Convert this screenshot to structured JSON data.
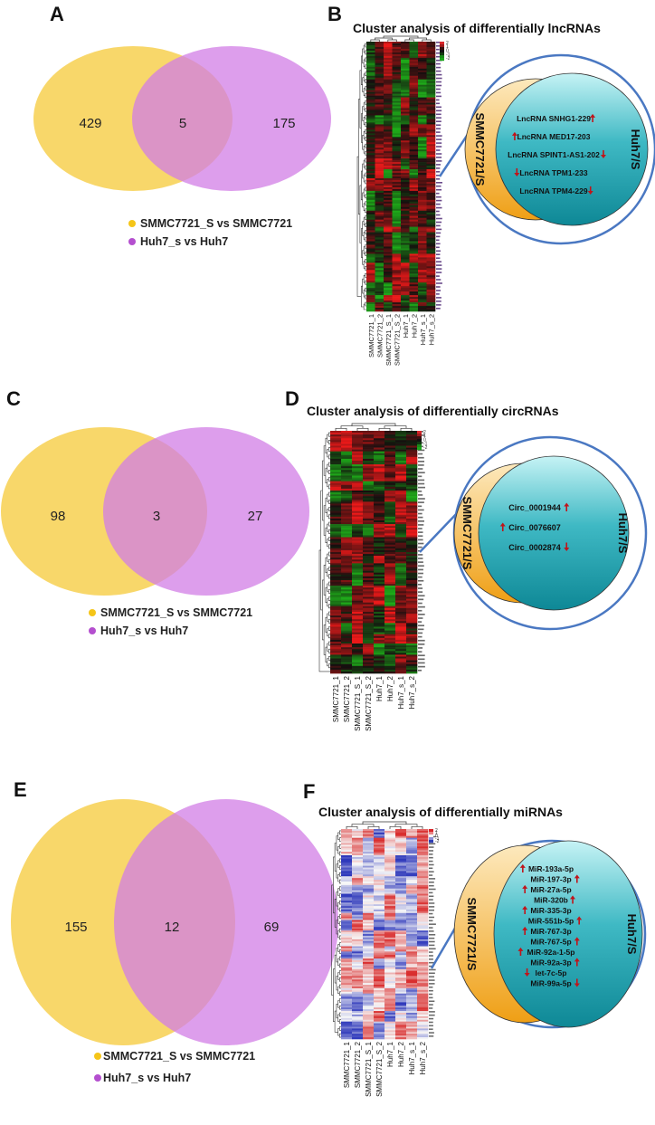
{
  "panels": [
    {
      "letter": "A",
      "venn": {
        "left": "429",
        "overlap": "5",
        "right": "175"
      },
      "legend": [
        "SMMC7721_S vs SMMC7721",
        "Huh7_s vs Huh7"
      ]
    },
    {
      "letter": "B",
      "title": "Cluster analysis of differentially lncRNAs",
      "scale": [
        "2",
        "1",
        "0",
        "-1",
        "-2"
      ],
      "samples": [
        "SMMC7721_1",
        "SMMC7721_2",
        "SMMC7721_S_1",
        "SMMC7721_S_2",
        "Huh7_1",
        "Huh7_2",
        "Huh7_s_1",
        "Huh7_s_2"
      ],
      "circle_left": "SMMC7721/S",
      "circle_right": "Huh7/S",
      "genes": [
        {
          "name": "LncRNA SNHG1-229",
          "arrow": "up",
          "side": "right"
        },
        {
          "name": "LncRNA MED17-203",
          "arrow": "up",
          "side": "left"
        },
        {
          "name": "LncRNA SPINT1-AS1-202",
          "arrow": "down",
          "side": "right"
        },
        {
          "name": "LncRNA TPM1-233",
          "arrow": "down",
          "side": "left"
        },
        {
          "name": "LncRNA TPM4-229",
          "arrow": "down",
          "side": "right"
        }
      ]
    },
    {
      "letter": "C",
      "venn": {
        "left": "98",
        "overlap": "3",
        "right": "27"
      },
      "legend": [
        "SMMC7721_S vs SMMC7721",
        "Huh7_s vs Huh7"
      ]
    },
    {
      "letter": "D",
      "title": "Cluster analysis of differentially circRNAs",
      "scale": [
        "2",
        "1",
        "0",
        "-1",
        "-2"
      ],
      "samples": [
        "SMMC7721_1",
        "SMMC7721_2",
        "SMMC7721_S_1",
        "SMMC7721_S_2",
        "Huh7_1",
        "Huh7_2",
        "Huh7_s_1",
        "Huh7_s_2"
      ],
      "circle_left": "SMMC7721/S",
      "circle_right": "Huh7/S",
      "genes": [
        {
          "name": "Circ_0001944",
          "arrow": "up",
          "side": "right"
        },
        {
          "name": "Circ_0076607",
          "arrow": "up",
          "side": "left"
        },
        {
          "name": "Circ_0002874",
          "arrow": "down",
          "side": "right"
        }
      ]
    },
    {
      "letter": "E",
      "venn": {
        "left": "155",
        "overlap": "12",
        "right": "69"
      },
      "legend": [
        "SMMC7721_S vs SMMC7721",
        "Huh7_s vs Huh7"
      ]
    },
    {
      "letter": "F",
      "title": "Cluster analysis of differentially miRNAs",
      "scale": [
        "2",
        "1",
        "0",
        "-1",
        "-2"
      ],
      "samples": [
        "SMMC7721_1",
        "SMMC7721_2",
        "SMMC7721_S_1",
        "SMMC7721_S_2",
        "Huh7_1",
        "Huh7_2",
        "Huh7_s_1",
        "Huh7_s_2"
      ],
      "circle_left": "SMMC7721/S",
      "circle_right": "Huh7/S",
      "genes": [
        {
          "name": "MiR-193a-5p",
          "arrow": "up",
          "side": "left"
        },
        {
          "name": "MiR-197-3p",
          "arrow": "up",
          "side": "right"
        },
        {
          "name": "MiR-27a-5p",
          "arrow": "up",
          "side": "left"
        },
        {
          "name": "MiR-320b",
          "arrow": "up",
          "side": "right"
        },
        {
          "name": "MiR-335-3p",
          "arrow": "up",
          "side": "left"
        },
        {
          "name": "MiR-551b-5p",
          "arrow": "up",
          "side": "right"
        },
        {
          "name": "MiR-767-3p",
          "arrow": "up",
          "side": "left"
        },
        {
          "name": "MiR-767-5p",
          "arrow": "up",
          "side": "right"
        },
        {
          "name": "MiR-92a-1-5p",
          "arrow": "up",
          "side": "left"
        },
        {
          "name": "MiR-92a-3p",
          "arrow": "up",
          "side": "right"
        },
        {
          "name": "let-7c-5p",
          "arrow": "down",
          "side": "left"
        },
        {
          "name": "MiR-99a-5p",
          "arrow": "down",
          "side": "right"
        }
      ]
    }
  ],
  "colors": {
    "venn_left": "#f7d35a",
    "venn_right": "#d27ee6",
    "legend_dot_left": "#f5c518",
    "legend_dot_right": "#b44fcf",
    "circle_ring": "#4a78c2",
    "left_gradient_light": "#fde6b0",
    "left_gradient_dark": "#f0a31b",
    "right_gradient_light": "#bdf0f3",
    "right_gradient_dark": "#128f9d",
    "heat_red": "#d8262a",
    "heat_green": "#1aa61a",
    "heat_black": "#111111",
    "heat_blue": "#2f3fb4",
    "heat_white": "#f7f7f7",
    "arrow": "#c0141a"
  }
}
